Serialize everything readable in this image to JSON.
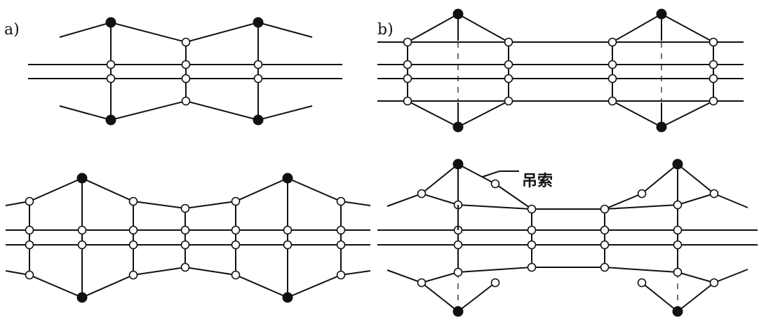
{
  "labels": {
    "a": "a)",
    "b": "b)"
  },
  "annotation": {
    "cable": "吊索"
  },
  "colors": {
    "line": "#111111",
    "background": "#ffffff"
  }
}
